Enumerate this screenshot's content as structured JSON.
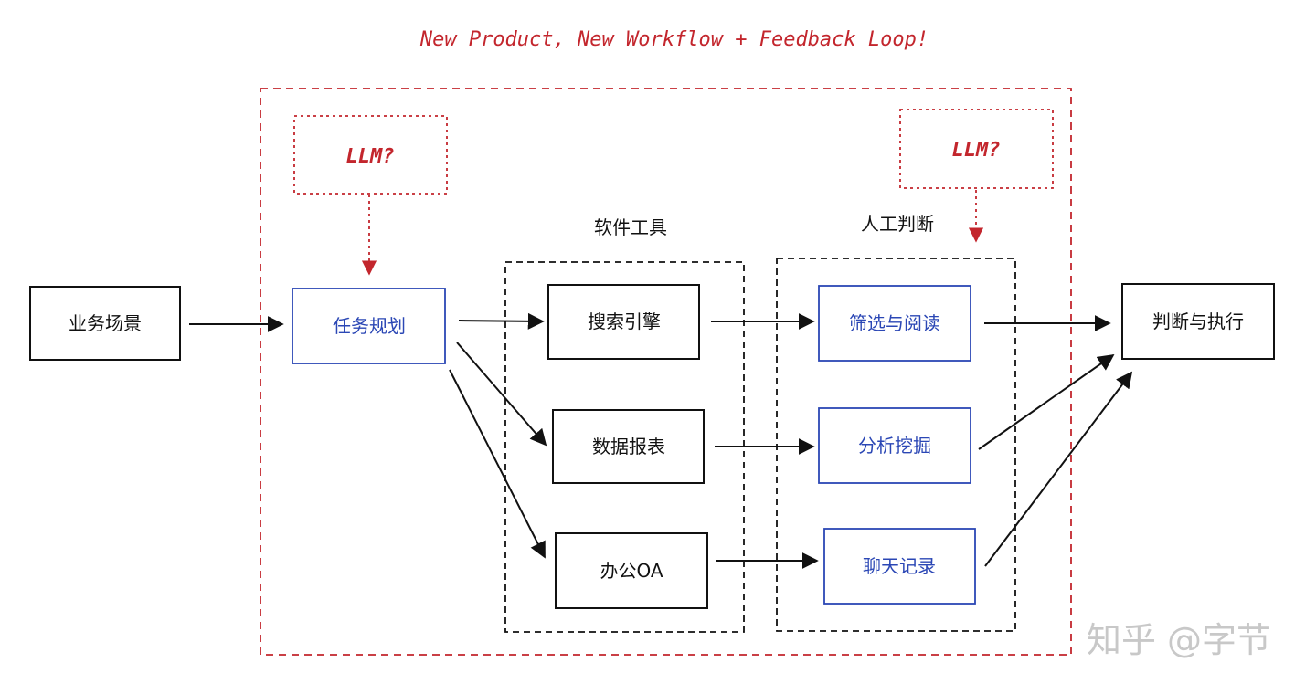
{
  "title": "New Product, New Workflow + Feedback Loop!",
  "llm_left": "LLM?",
  "llm_right": "LLM?",
  "groups": {
    "software_tools": "软件工具",
    "human_judgment": "人工判断"
  },
  "nodes": {
    "business_scenario": "业务场景",
    "task_planning": "任务规划",
    "search_engine": "搜索引擎",
    "data_report": "数据报表",
    "office_oa": "办公OA",
    "filter_read": "筛选与阅读",
    "analysis_mining": "分析挖掘",
    "chat_records": "聊天记录",
    "judge_execute": "判断与执行"
  },
  "watermark": "知乎 @字节",
  "colors": {
    "accent_red": "#c3262d",
    "blue": "#2b47b5",
    "black": "#111111",
    "watermark": "#c8c8c8"
  }
}
